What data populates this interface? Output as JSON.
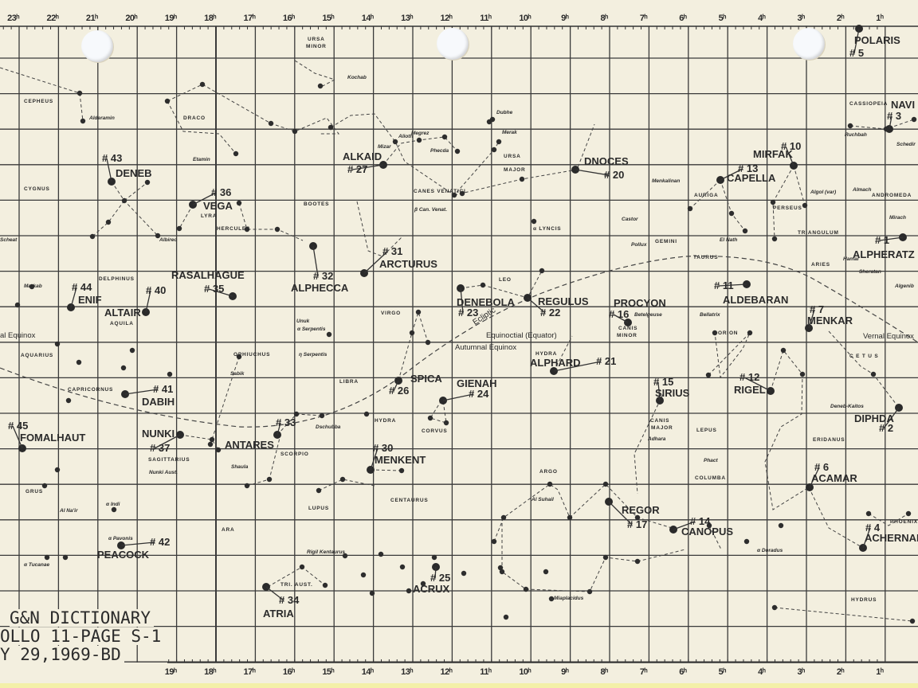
{
  "axis": {
    "hours": [
      "23ʰ",
      "22ʰ",
      "21ʰ",
      "20ʰ",
      "19ʰ",
      "18ʰ",
      "17ʰ",
      "16ʰ",
      "15ʰ",
      "14ʰ",
      "13ʰ",
      "12ʰ",
      "11ʰ",
      "10ʰ",
      "9ʰ",
      "8ʰ",
      "7ʰ",
      "6ʰ",
      "5ʰ",
      "4ʰ",
      "3ʰ",
      "2ʰ",
      "1ʰ"
    ]
  },
  "navigation_stars": [
    {
      "name": "POLARIS",
      "number": "# 5"
    },
    {
      "name": "NAVI",
      "number": "# 3"
    },
    {
      "name": "MIRFAK",
      "number": "# 10"
    },
    {
      "name": "CAPELLA",
      "number": "# 13"
    },
    {
      "name": "ALPHERATZ",
      "number": "# 1"
    },
    {
      "name": "ALDEBARAN",
      "number": "# 11"
    },
    {
      "name": "MENKAR",
      "number": "# 7"
    },
    {
      "name": "RIGEL",
      "number": "# 12"
    },
    {
      "name": "DIPHDA",
      "number": "# 2"
    },
    {
      "name": "ACAMAR",
      "number": "# 6"
    },
    {
      "name": "ACHERNAR",
      "number": "# 4"
    },
    {
      "name": "CANOPUS",
      "number": "# 14"
    },
    {
      "name": "REGOR",
      "number": "# 17"
    },
    {
      "name": "SIRIUS",
      "number": "# 15"
    },
    {
      "name": "PROCYON",
      "number": "# 16"
    },
    {
      "name": "REGULUS",
      "number": "# 22"
    },
    {
      "name": "DENEBOLA",
      "number": "# 23"
    },
    {
      "name": "ALPHARD",
      "number": "# 21"
    },
    {
      "name": "DNOCES",
      "number": "# 20"
    },
    {
      "name": "ALKAID",
      "number": "# 27"
    },
    {
      "name": "ARCTURUS",
      "number": "# 31"
    },
    {
      "name": "ALPHECCA",
      "number": "# 32"
    },
    {
      "name": "SPICA",
      "number": "# 26"
    },
    {
      "name": "GIENAH",
      "number": "# 24"
    },
    {
      "name": "MENKENT",
      "number": "# 30"
    },
    {
      "name": "ACRUX",
      "number": "# 25"
    },
    {
      "name": "ATRIA",
      "number": "# 34"
    },
    {
      "name": "ANTARES",
      "number": "# 33"
    },
    {
      "name": "NUNKI",
      "number": "# 37"
    },
    {
      "name": "DABIH",
      "number": "# 41"
    },
    {
      "name": "PEACOCK",
      "number": "# 42"
    },
    {
      "name": "FOMALHAUT",
      "number": "# 45"
    },
    {
      "name": "ENIF",
      "number": "# 44"
    },
    {
      "name": "ALTAIR",
      "number": "# 40"
    },
    {
      "name": "RASALHAGUE",
      "number": "# 35"
    },
    {
      "name": "VEGA",
      "number": "# 36"
    },
    {
      "name": "DENEB",
      "number": "# 43"
    }
  ],
  "constellations": [
    "URSA",
    "MINOR",
    "CEPHEUS",
    "DRACO",
    "CYGNUS",
    "LYRA",
    "HERCULES",
    "BOOTES",
    "CANES VENATICI",
    "URSA",
    "MAJOR",
    "CASSIOPEIA",
    "ANDROMEDA",
    "AURIGA",
    "PERSEUS",
    "TRIANGULUM",
    "GEMINI",
    "TAURUS",
    "ARIES",
    "LEO",
    "VIRGO",
    "LIBRA",
    "HYDRA",
    "CORVUS",
    "HYDRA",
    "ORION",
    "CANIS",
    "MINOR",
    "CANIS",
    "MAJOR",
    "LEPUS",
    "COLUMBA",
    "ERIDANUS",
    "C E T U S",
    "ARGO",
    "CENTAURUS",
    "LUPUS",
    "SCORPIO",
    "OPHIUCHUS",
    "DELPHINUS",
    "AQUILA",
    "AQUARIUS",
    "CAPRICORNUS",
    "SAGITTARIUS",
    "GRUS",
    "ARA",
    "TRI. AUST.",
    "HYDRUS",
    "PHOENIX",
    "α LYNCIS"
  ],
  "star_names": [
    "Alderamin",
    "Etamin",
    "Albireo",
    "Kochab",
    "Dubhe",
    "Merak",
    "Alioth",
    "Mizar",
    "Megrez",
    "Phecda",
    "Markab",
    "Scheat",
    "Menkalinan",
    "Castor",
    "Pollux",
    "Betelgeuse",
    "Bellatrix",
    "El Nath",
    "Algol (var)",
    "Almach",
    "Mirach",
    "Hamal",
    "Sheratan",
    "Schedir",
    "Ruchbah",
    "Unuk",
    "Sabik",
    "Shaula",
    "Dschubba",
    "Al Na'ir",
    "α Indi",
    "α Pavonis",
    "α Tucanae",
    "Rigil Kentaurus",
    "Al Suhail",
    "Miaplacidus",
    "α Doradus",
    "Deneb-Kaitos",
    "Phact",
    "Adhara",
    "β Can. Venat.",
    "Algenib",
    "α Serpentis",
    "η Serpentis",
    "Nunki Aust."
  ],
  "annotations": {
    "ecliptic": "Ecliptic",
    "equator": "Equinoctial (Equator)",
    "autumnal": "Autumnal Equinox",
    "vernal": "Vernal Equinox",
    "vernal_left": "al Equinox"
  },
  "footer": {
    "line1": "G&N DICTIONARY",
    "line2": "OLLO 11-PAGE S-1",
    "line3": "Y 29,1969-BD"
  }
}
